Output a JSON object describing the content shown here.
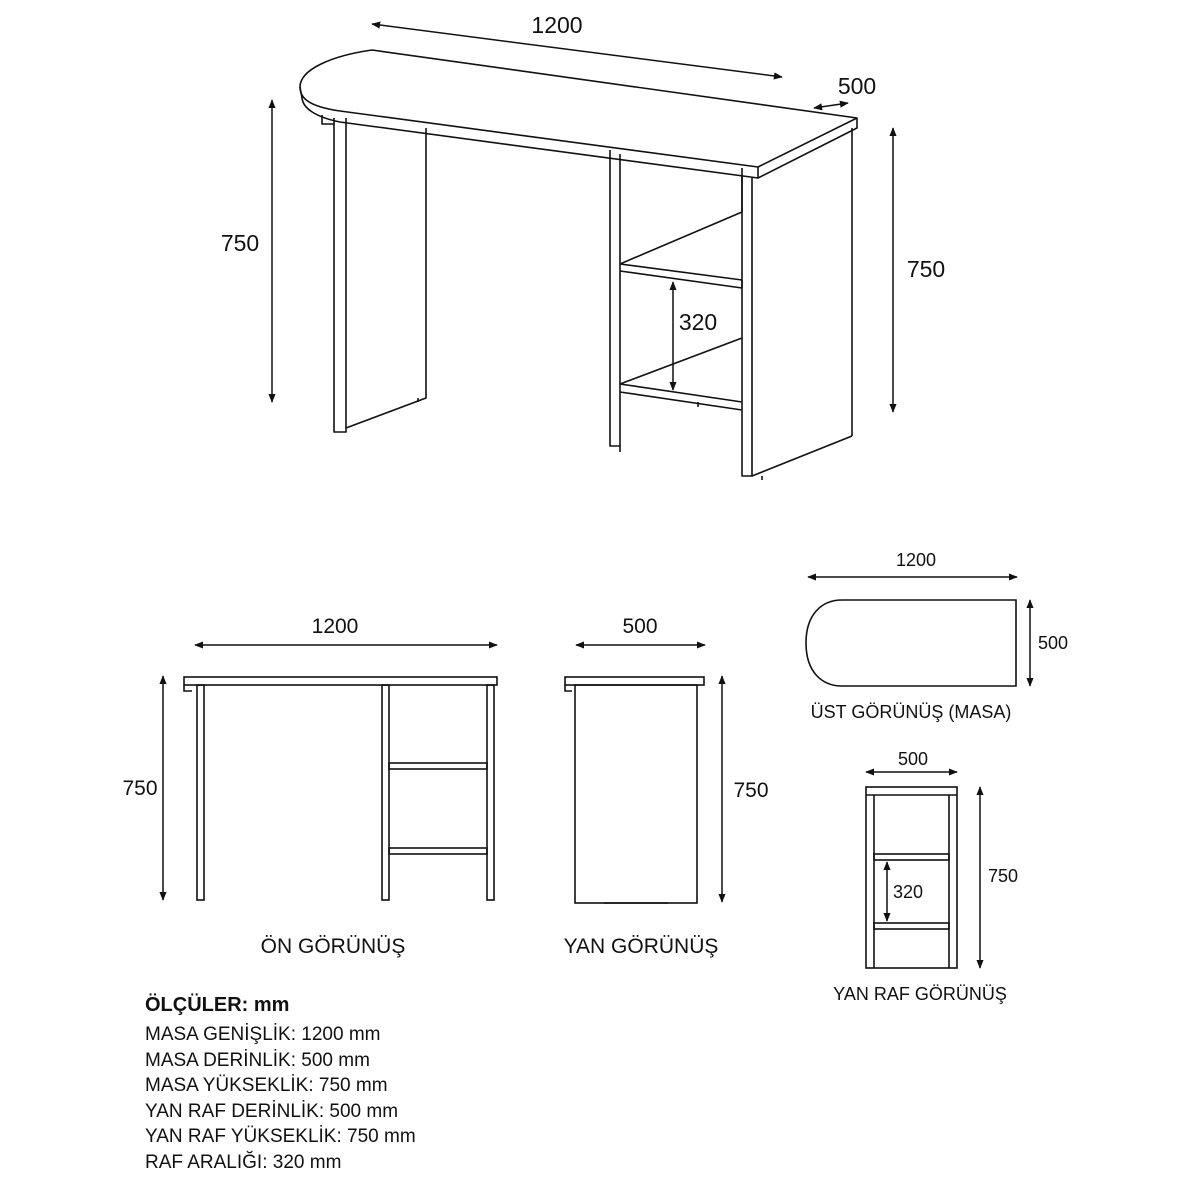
{
  "iso_view": {
    "dim_width": "1200",
    "dim_depth": "500",
    "dim_height_left": "750",
    "dim_height_right": "750",
    "dim_shelf_gap": "320"
  },
  "front_view": {
    "label": "ÖN GÖRÜNÜŞ",
    "dim_width": "1200",
    "dim_height": "750"
  },
  "side_view": {
    "label": "YAN GÖRÜNÜŞ",
    "dim_width": "500",
    "dim_height": "750"
  },
  "top_view": {
    "label": "ÜST GÖRÜNÜŞ (MASA)",
    "dim_width": "1200",
    "dim_depth": "500"
  },
  "shelf_side_view": {
    "label": "YAN RAF GÖRÜNÜŞ",
    "dim_width": "500",
    "dim_height": "750",
    "dim_shelf_gap": "320"
  },
  "specs": {
    "title": "ÖLÇÜLER: mm",
    "rows": [
      {
        "label": "MASA GENİŞLİK:",
        "value": "1200 mm"
      },
      {
        "label": "MASA DERİNLİK:",
        "value": " 500 mm"
      },
      {
        "label": "MASA YÜKSEKLİK:",
        "value": "750 mm"
      },
      {
        "label": "YAN RAF DERİNLİK:",
        "value": "500 mm"
      },
      {
        "label": "YAN RAF YÜKSEKLİK:",
        "value": "750 mm"
      },
      {
        "label": "RAF ARALIĞI:",
        "value": "320 mm"
      }
    ]
  }
}
